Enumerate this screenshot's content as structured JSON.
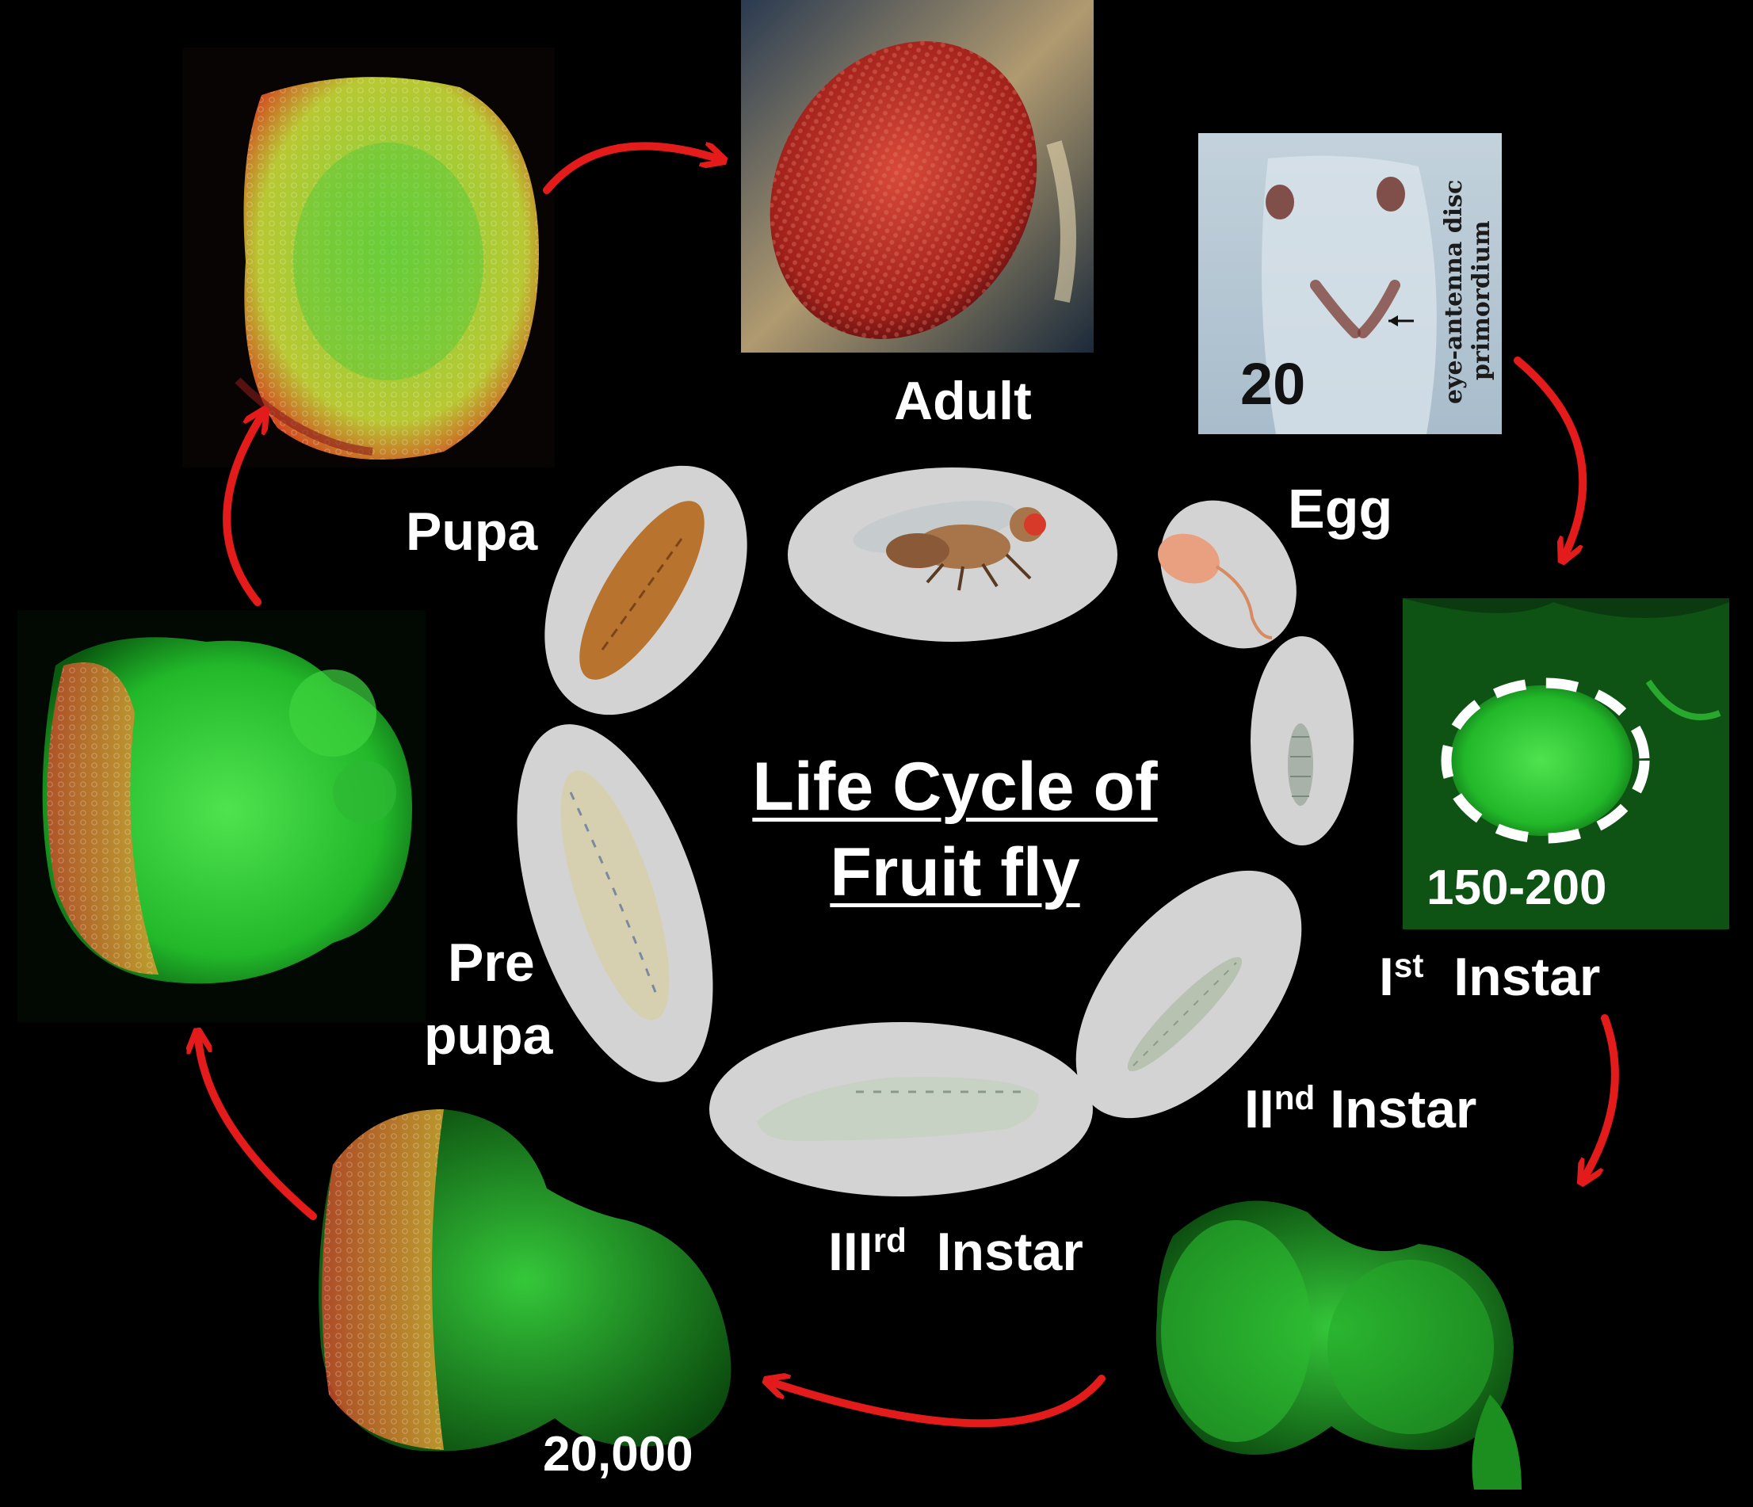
{
  "title": {
    "line1": "Life Cycle of",
    "line2": "Fruit fly"
  },
  "stages": {
    "adult": "Adult",
    "egg": "Egg",
    "first_instar": {
      "base": "I",
      "sup": "st",
      "rest": "Instar"
    },
    "second_instar": {
      "base": "II",
      "sup": "nd",
      "rest": "Instar"
    },
    "third_instar": {
      "base": "III",
      "sup": "rd",
      "rest": "Instar"
    },
    "prepupa": {
      "line1": "Pre",
      "line2": "pupa"
    },
    "pupa": "Pupa"
  },
  "counts": {
    "embryo": "20",
    "first_instar": "150-200",
    "third_instar": "20,000"
  },
  "embryo_annotation": {
    "line1": "eye-antenna disc",
    "line2": "primordium"
  },
  "colors": {
    "background": "#000000",
    "arrow": "#e41b1b",
    "oval": "#d3d3d3",
    "fluor_green": "#2fd23a",
    "fluor_red": "#d23a2a"
  }
}
